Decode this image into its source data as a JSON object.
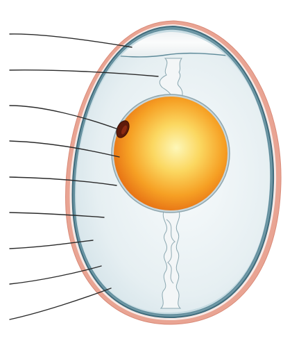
{
  "diagram": {
    "leader_lines": [
      {
        "id": "air-cell"
      },
      {
        "id": "chalaza-top"
      },
      {
        "id": "germinal-disc"
      },
      {
        "id": "yolk"
      },
      {
        "id": "vitelline-membrane"
      },
      {
        "id": "albumen"
      },
      {
        "id": "inner-shell-membrane"
      },
      {
        "id": "outer-shell-membrane"
      },
      {
        "id": "shell"
      }
    ],
    "colors": {
      "shell": "#e6a08e",
      "shell_inner_edge": "#f2c4b6",
      "membrane": "#4f7d8c",
      "membrane_light": "#a9c9d4",
      "albumen": "#e2edf1",
      "albumen_center": "#f7fafb",
      "air_cell": "#f4f7f8",
      "yolk_outer": "#ec7a16",
      "yolk_mid": "#f7ae2a",
      "yolk_inner": "#fdf3a0",
      "germinal_disc": "#6b1e0c",
      "chalaza": "#f2f5f6",
      "leader_line": "#2a2a2a"
    }
  }
}
